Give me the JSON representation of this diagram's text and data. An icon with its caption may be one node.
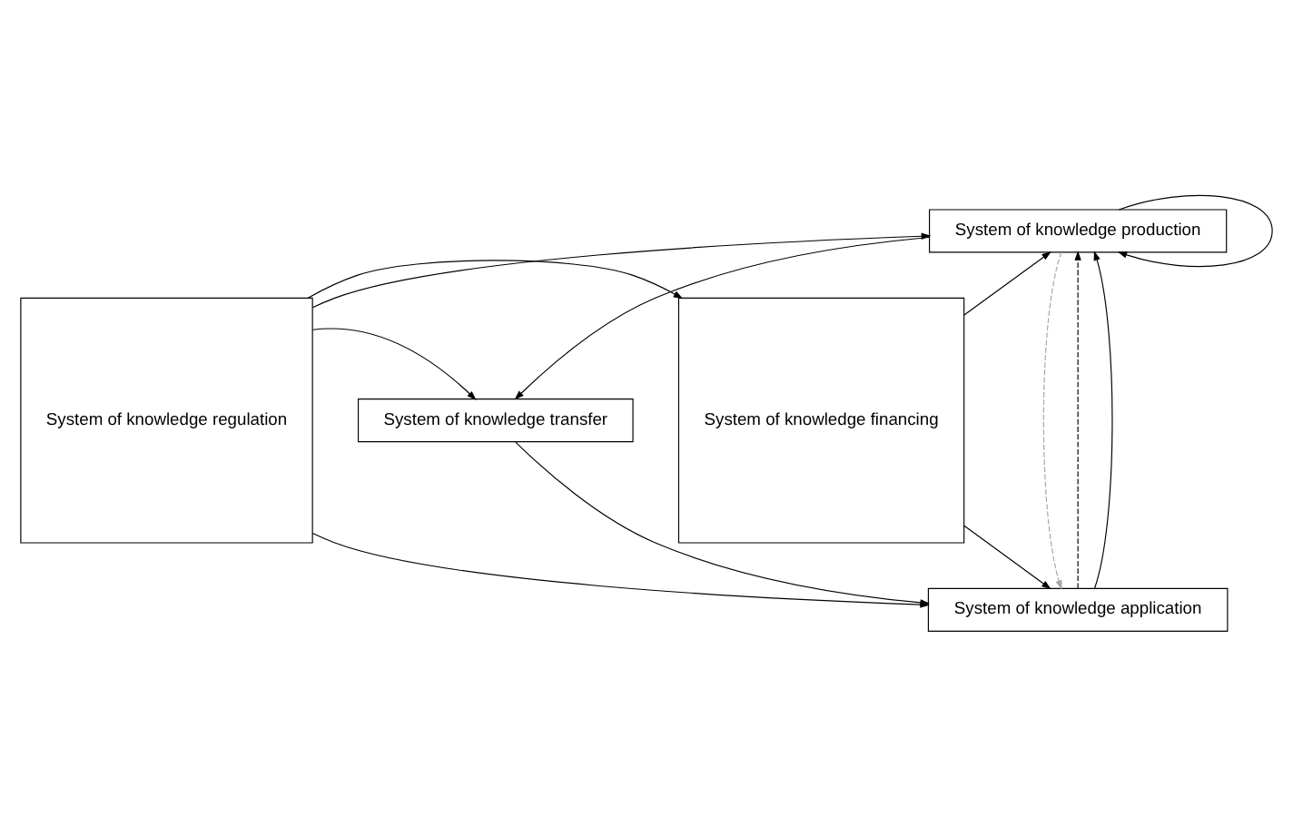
{
  "diagram": {
    "nodes": [
      {
        "text": [
          "System of knowledge regulation"
        ]
      },
      {
        "text": [
          "System of knowledge production"
        ]
      },
      {
        "text": [
          "System of knowledge transfer"
        ]
      },
      {
        "text": [
          "System of knowledge application"
        ]
      },
      {
        "text": [
          "System of knowledge financing"
        ]
      }
    ],
    "edges": [
      {
        "from": 1,
        "to": 1,
        "arrow": "to"
      },
      {
        "from": 0,
        "to": 1,
        "arrow": "to"
      },
      {
        "from": 0,
        "to": 2,
        "arrow": "to"
      },
      {
        "from": 0,
        "to": 3,
        "arrow": "to"
      },
      {
        "from": 4,
        "to": 1,
        "arrow": "to"
      },
      {
        "from": 4,
        "to": 3,
        "arrow": "to"
      },
      {
        "from": 1,
        "to": 2,
        "arrow": "to"
      },
      {
        "from": 1,
        "to": 3,
        "arrow": "to",
        "style": "dashed",
        "color": "#a6a6a6"
      },
      {
        "from": 2,
        "to": 3,
        "arrow": "to"
      },
      {
        "from": 3,
        "to": 1,
        "arrow": "to",
        "style": "dashed"
      },
      {
        "from": 3,
        "to": 1,
        "arrow": "to"
      },
      {
        "from": 0,
        "to": 4,
        "arrow": "to"
      }
    ]
  }
}
